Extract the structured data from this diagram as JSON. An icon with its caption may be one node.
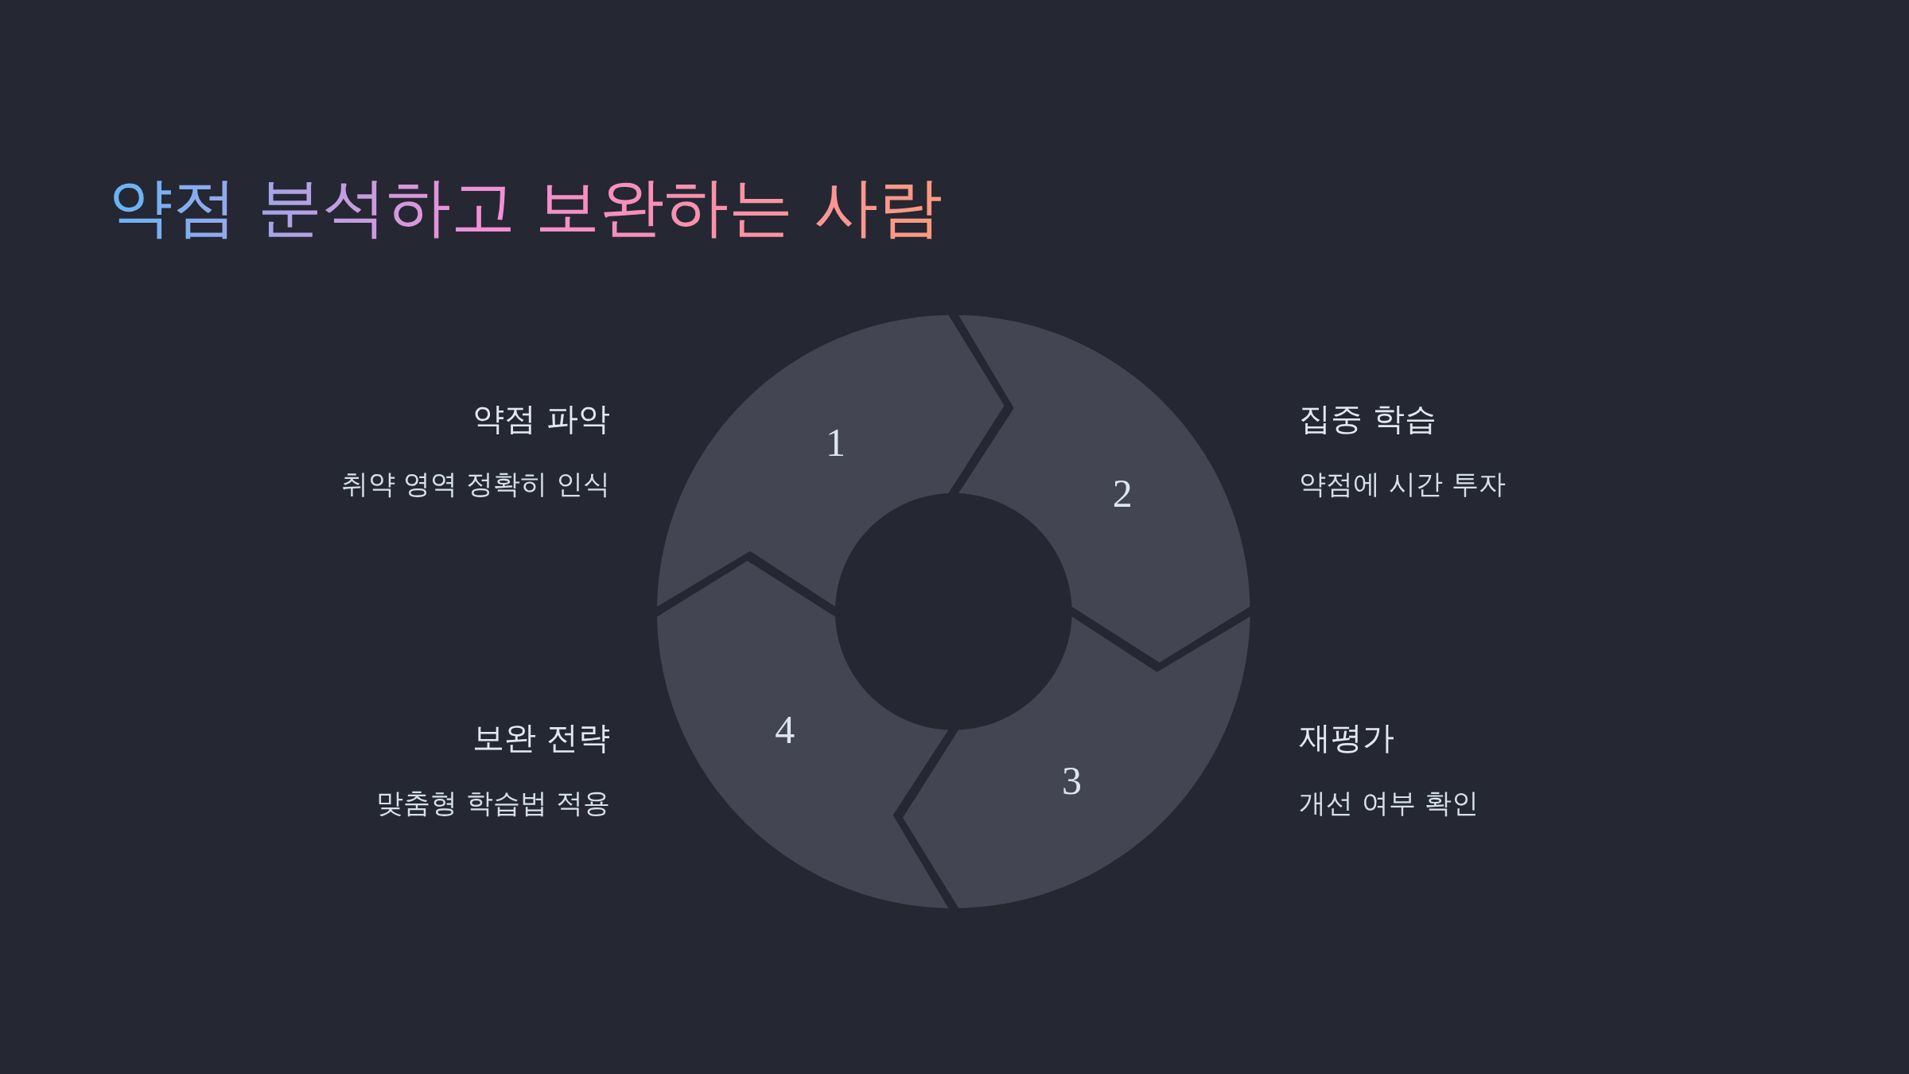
{
  "diagram": {
    "title": "약점 분석하고 보완하는 사람",
    "nodes": [
      {
        "text": [
          "1"
        ],
        "beside": [
          "약점 파악",
          "취약 영역 정확히 인식"
        ]
      },
      {
        "text": [
          "2"
        ],
        "beside": [
          "집중 학습",
          "약점에 시간 투자"
        ]
      },
      {
        "text": [
          "3"
        ],
        "beside": [
          "재평가",
          "개선 여부 확인"
        ]
      },
      {
        "text": [
          "4"
        ],
        "beside": [
          "보완 전략",
          "맞춤형 학습법 적용"
        ]
      }
    ]
  }
}
